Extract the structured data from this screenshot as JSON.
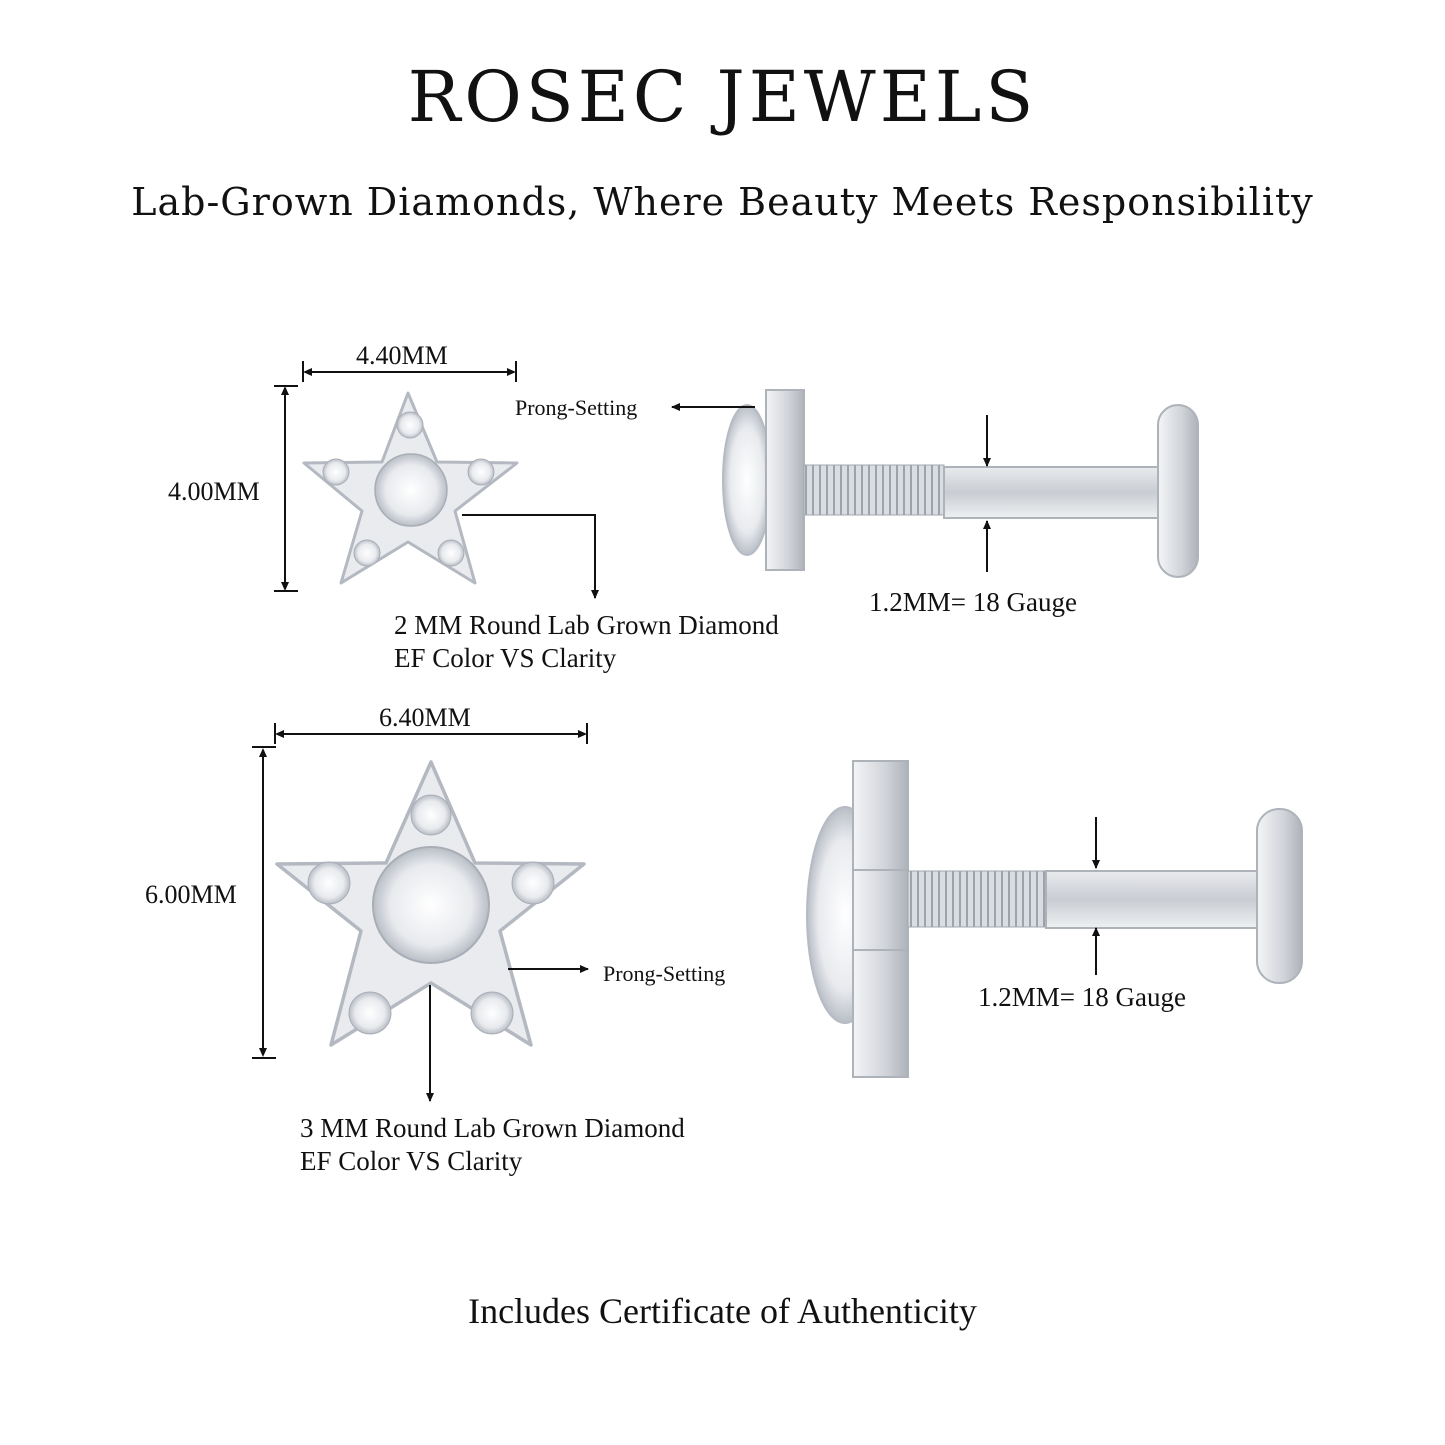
{
  "header": {
    "brand": "ROSEC JEWELS",
    "tagline": "Lab-Grown Diamonds, Where Beauty Meets Responsibility"
  },
  "small_stud": {
    "width_label": "4.40MM",
    "height_label": "4.00MM",
    "prong_label": "Prong-Setting",
    "stone_line1": "2 MM Round Lab Grown Diamond",
    "stone_line2": "EF Color VS Clarity",
    "gauge_label": "1.2MM= 18 Gauge"
  },
  "large_stud": {
    "width_label": "6.40MM",
    "height_label": "6.00MM",
    "prong_label": "Prong-Setting",
    "stone_line1": "3 MM Round Lab Grown Diamond",
    "stone_line2": "EF Color VS Clarity",
    "gauge_label": "1.2MM= 18 Gauge"
  },
  "footer": {
    "certificate": "Includes Certificate of Authenticity"
  },
  "colors": {
    "metal": "#d3d6db",
    "metal_dark": "#9aa0a8",
    "text": "#111111"
  }
}
